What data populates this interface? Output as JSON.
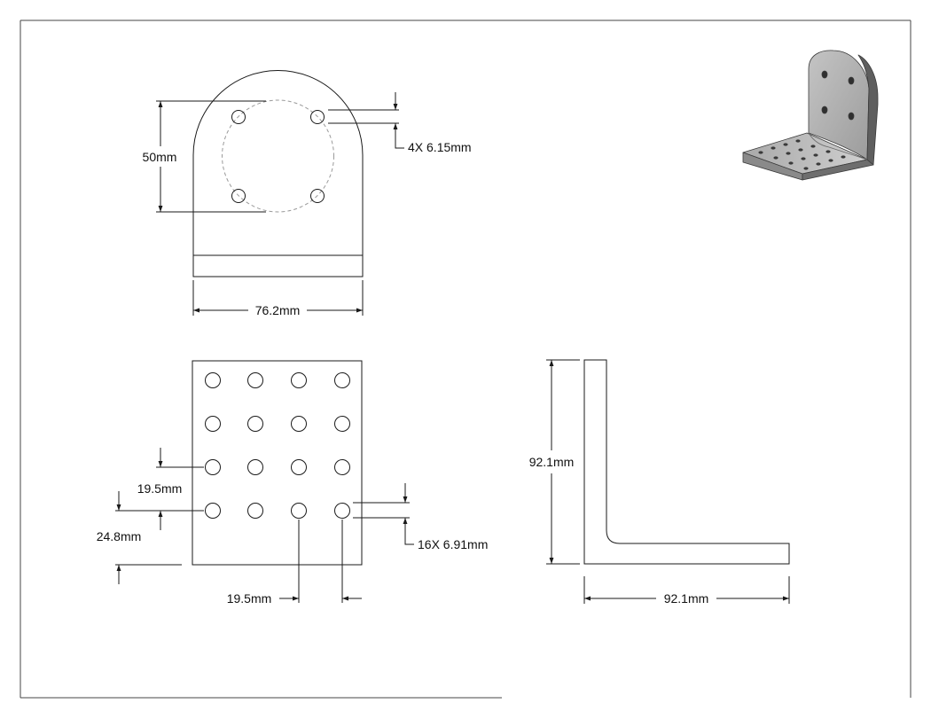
{
  "dimensions": {
    "front_height": "50mm",
    "front_holes": "4X 6.15mm",
    "front_width": "76.2mm",
    "base_pitch_vertical": "19.5mm",
    "base_edge_offset": "24.8mm",
    "base_pitch_horizontal": "19.5mm",
    "base_holes": "16X 6.91mm",
    "side_height": "92.1mm",
    "side_width": "92.1mm"
  },
  "colors": {
    "line": "#1a1a1a",
    "hidden": "#9a9a9a",
    "iso_light": "#b8b8b8",
    "iso_mid": "#8f8f8f",
    "iso_dark": "#5a5a5a"
  }
}
